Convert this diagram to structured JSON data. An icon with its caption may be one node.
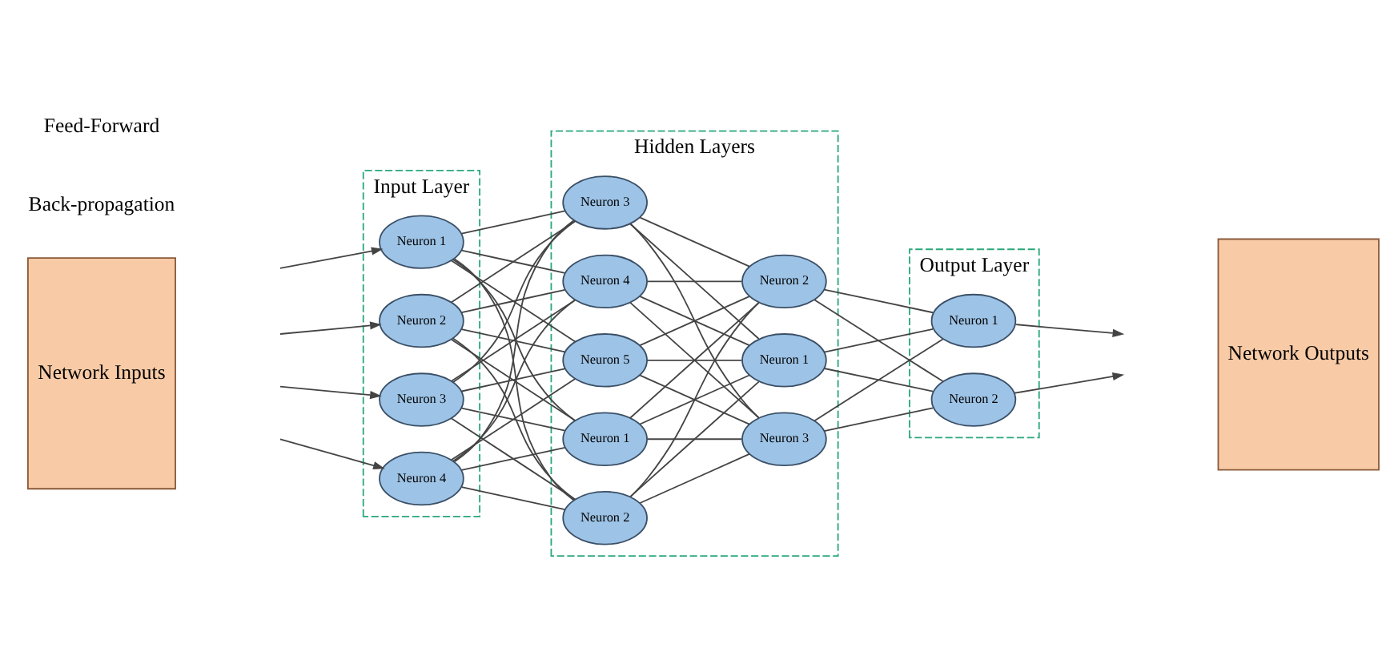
{
  "diagram": {
    "nodes": [
      {
        "text": [
          "Network Inputs"
        ]
      },
      {
        "text": [
          "Input Layer"
        ]
      },
      {
        "text": [
          "Neuron 1"
        ],
        "in": 1
      },
      {
        "text": [
          "Neuron 2"
        ],
        "in": 1
      },
      {
        "text": [
          "Neuron 3"
        ],
        "in": 1
      },
      {
        "text": [
          "Neuron 4"
        ],
        "in": 1
      },
      {
        "text": [
          "Hidden Layers"
        ]
      },
      {
        "text": [
          "Neuron 1"
        ],
        "in": 6
      },
      {
        "text": [
          "Neuron 2"
        ],
        "in": 6
      },
      {
        "text": [
          "Neuron 3"
        ],
        "in": 6
      },
      {
        "text": [
          "Neuron 4"
        ],
        "in": 6
      },
      {
        "text": [
          "Neuron 5"
        ],
        "in": 6
      },
      {
        "text": [
          "Neuron 1"
        ],
        "in": 6
      },
      {
        "text": [
          "Neuron 2"
        ],
        "in": 6
      },
      {
        "text": [
          "Neuron 3"
        ],
        "in": 6
      },
      {
        "text": [
          "Output Layer"
        ]
      },
      {
        "text": [
          "Neuron 1"
        ],
        "in": 15
      },
      {
        "text": [
          "Neuron 2"
        ],
        "in": 15
      },
      {
        "text": [
          "Network Outputs"
        ]
      }
    ],
    "edges": [
      {
        "from": null,
        "to": 2,
        "arrow": "to"
      },
      {
        "from": null,
        "to": 3,
        "arrow": "to"
      },
      {
        "from": null,
        "to": 4,
        "arrow": "to"
      },
      {
        "from": null,
        "to": 5,
        "arrow": "to"
      },
      {
        "from": 2,
        "to": 7,
        "arrow": "none"
      },
      {
        "from": 2,
        "to": 8,
        "arrow": "none"
      },
      {
        "from": 2,
        "to": 9,
        "arrow": "none"
      },
      {
        "from": 2,
        "to": 10,
        "arrow": "none"
      },
      {
        "from": 2,
        "to": 11,
        "arrow": "none"
      },
      {
        "from": 3,
        "to": 7,
        "arrow": "none"
      },
      {
        "from": 3,
        "to": 8,
        "arrow": "none"
      },
      {
        "from": 3,
        "to": 9,
        "arrow": "none"
      },
      {
        "from": 3,
        "to": 10,
        "arrow": "none"
      },
      {
        "from": 3,
        "to": 11,
        "arrow": "none"
      },
      {
        "from": 4,
        "to": 7,
        "arrow": "none"
      },
      {
        "from": 4,
        "to": 8,
        "arrow": "none"
      },
      {
        "from": 4,
        "to": 9,
        "arrow": "none"
      },
      {
        "from": 4,
        "to": 10,
        "arrow": "none"
      },
      {
        "from": 4,
        "to": 11,
        "arrow": "none"
      },
      {
        "from": 5,
        "to": 7,
        "arrow": "none"
      },
      {
        "from": 5,
        "to": 8,
        "arrow": "none"
      },
      {
        "from": 5,
        "to": 9,
        "arrow": "none"
      },
      {
        "from": 5,
        "to": 10,
        "arrow": "none"
      },
      {
        "from": 5,
        "to": 11,
        "arrow": "none"
      },
      {
        "from": 7,
        "to": 12,
        "arrow": "none"
      },
      {
        "from": 7,
        "to": 13,
        "arrow": "none"
      },
      {
        "from": 7,
        "to": 14,
        "arrow": "none"
      },
      {
        "from": 8,
        "to": 12,
        "arrow": "none"
      },
      {
        "from": 8,
        "to": 13,
        "arrow": "none"
      },
      {
        "from": 8,
        "to": 14,
        "arrow": "none"
      },
      {
        "from": 9,
        "to": 12,
        "arrow": "none"
      },
      {
        "from": 9,
        "to": 13,
        "arrow": "none"
      },
      {
        "from": 9,
        "to": 14,
        "arrow": "none"
      },
      {
        "from": 10,
        "to": 12,
        "arrow": "none"
      },
      {
        "from": 10,
        "to": 13,
        "arrow": "none"
      },
      {
        "from": 10,
        "to": 14,
        "arrow": "none"
      },
      {
        "from": 11,
        "to": 12,
        "arrow": "none"
      },
      {
        "from": 11,
        "to": 13,
        "arrow": "none"
      },
      {
        "from": 11,
        "to": 14,
        "arrow": "none"
      },
      {
        "from": 12,
        "to": 16,
        "arrow": "none"
      },
      {
        "from": 12,
        "to": 17,
        "arrow": "none"
      },
      {
        "from": 13,
        "to": 16,
        "arrow": "none"
      },
      {
        "from": 13,
        "to": 17,
        "arrow": "none"
      },
      {
        "from": 14,
        "to": 16,
        "arrow": "none"
      },
      {
        "from": 14,
        "to": 17,
        "arrow": "none"
      },
      {
        "from": 16,
        "to": null,
        "arrow": "to"
      },
      {
        "from": 17,
        "to": null,
        "arrow": "to"
      }
    ],
    "labels": [
      "Back-propagation",
      "Feed-Forward"
    ]
  }
}
